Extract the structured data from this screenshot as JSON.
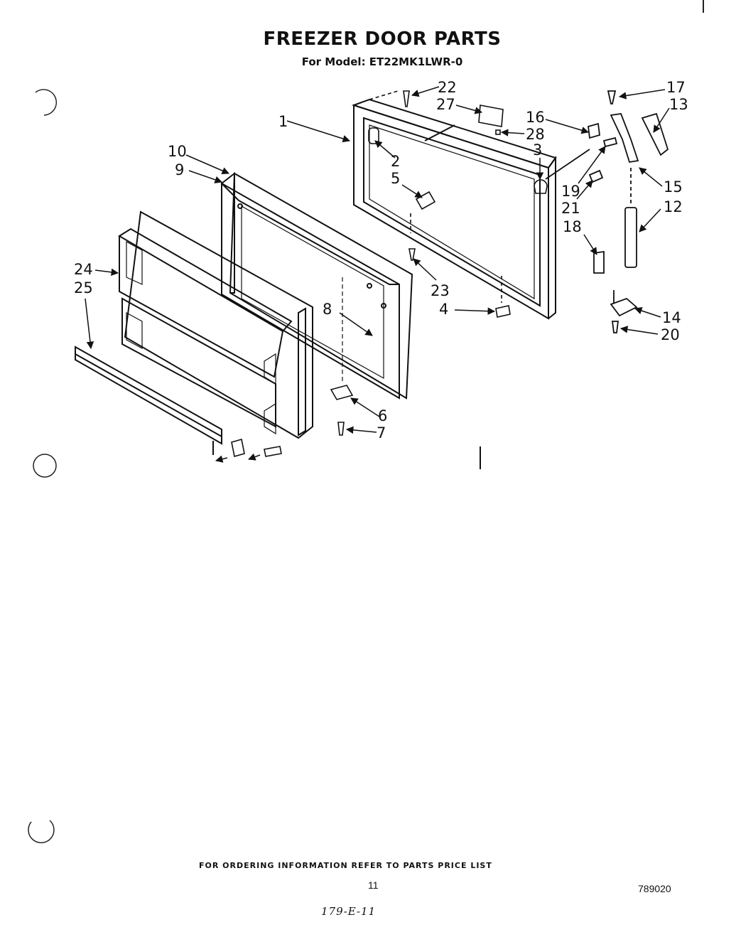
{
  "header": {
    "title": "FREEZER DOOR PARTS",
    "subtitle": "For Model: ET22MK1LWR-0"
  },
  "footer": {
    "ordering_note": "FOR ORDERING INFORMATION REFER TO PARTS PRICE LIST",
    "page_number": "11",
    "document_number": "789020",
    "handwritten_note": "179-E-11"
  },
  "diagram": {
    "callouts": [
      "1",
      "2",
      "3",
      "4",
      "5",
      "6",
      "7",
      "8",
      "9",
      "10",
      "12",
      "13",
      "14",
      "15",
      "16",
      "17",
      "18",
      "19",
      "20",
      "21",
      "22",
      "23",
      "24",
      "25",
      "27",
      "28"
    ]
  }
}
